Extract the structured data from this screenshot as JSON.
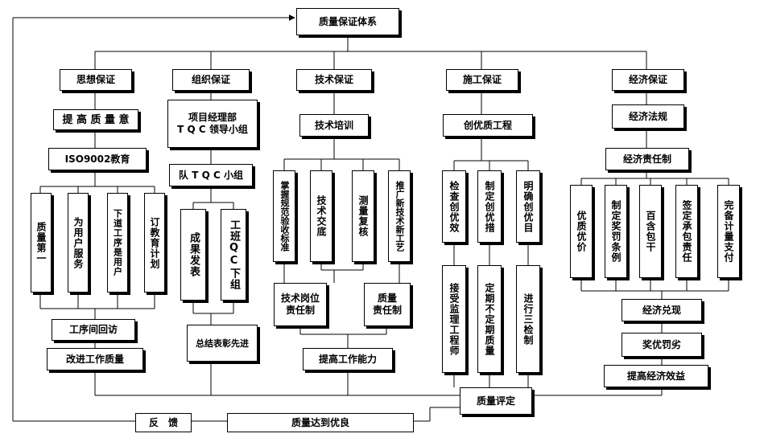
{
  "top": "质量保证体系",
  "cols": {
    "thought": {
      "title": "思想保证",
      "l2": "提 高 质 量 意",
      "l3": "ISO9002教育",
      "items": [
        "质量第一",
        "为用户服务",
        "下道工序是用户",
        "订教育计划"
      ],
      "r1": "工序间回访",
      "r2": "改进工作质量"
    },
    "org": {
      "title": "组织保证",
      "l2": "项目经理部\nT Q C 领导小组",
      "l3": "队 T Q C 小组",
      "items": [
        "成果发表",
        "工班QC下组"
      ],
      "r1": "总结表彰先进"
    },
    "tech": {
      "title": "技术保证",
      "l2": "技术培训",
      "items": [
        "掌握规范验收标准",
        "技术交底",
        "测量复核",
        "推广新技术新工艺"
      ],
      "r1a": "技术岗位\n责任制",
      "r1b": "质量\n责任制",
      "r2": "提高工作能力"
    },
    "construct": {
      "title": "施工保证",
      "l2": "创优质工程",
      "items": [
        "检查创优效",
        "制定创优措",
        "明确创优目"
      ],
      "items2": [
        "接受监理工程师",
        "定期不定期质量",
        "进行三检制"
      ]
    },
    "econ": {
      "title": "经济保证",
      "l2": "经济法规",
      "l3": "经济责任制",
      "items": [
        "优质优价",
        "制定奖罚条例",
        "百含包干",
        "签定承包责任",
        "完备计量支付"
      ],
      "r1": "经济兑现",
      "r2": "奖优罚劣",
      "r3": "提高经济效益"
    }
  },
  "eval": "质量评定",
  "feedback": "反　馈",
  "excellent": "质量达到优良"
}
